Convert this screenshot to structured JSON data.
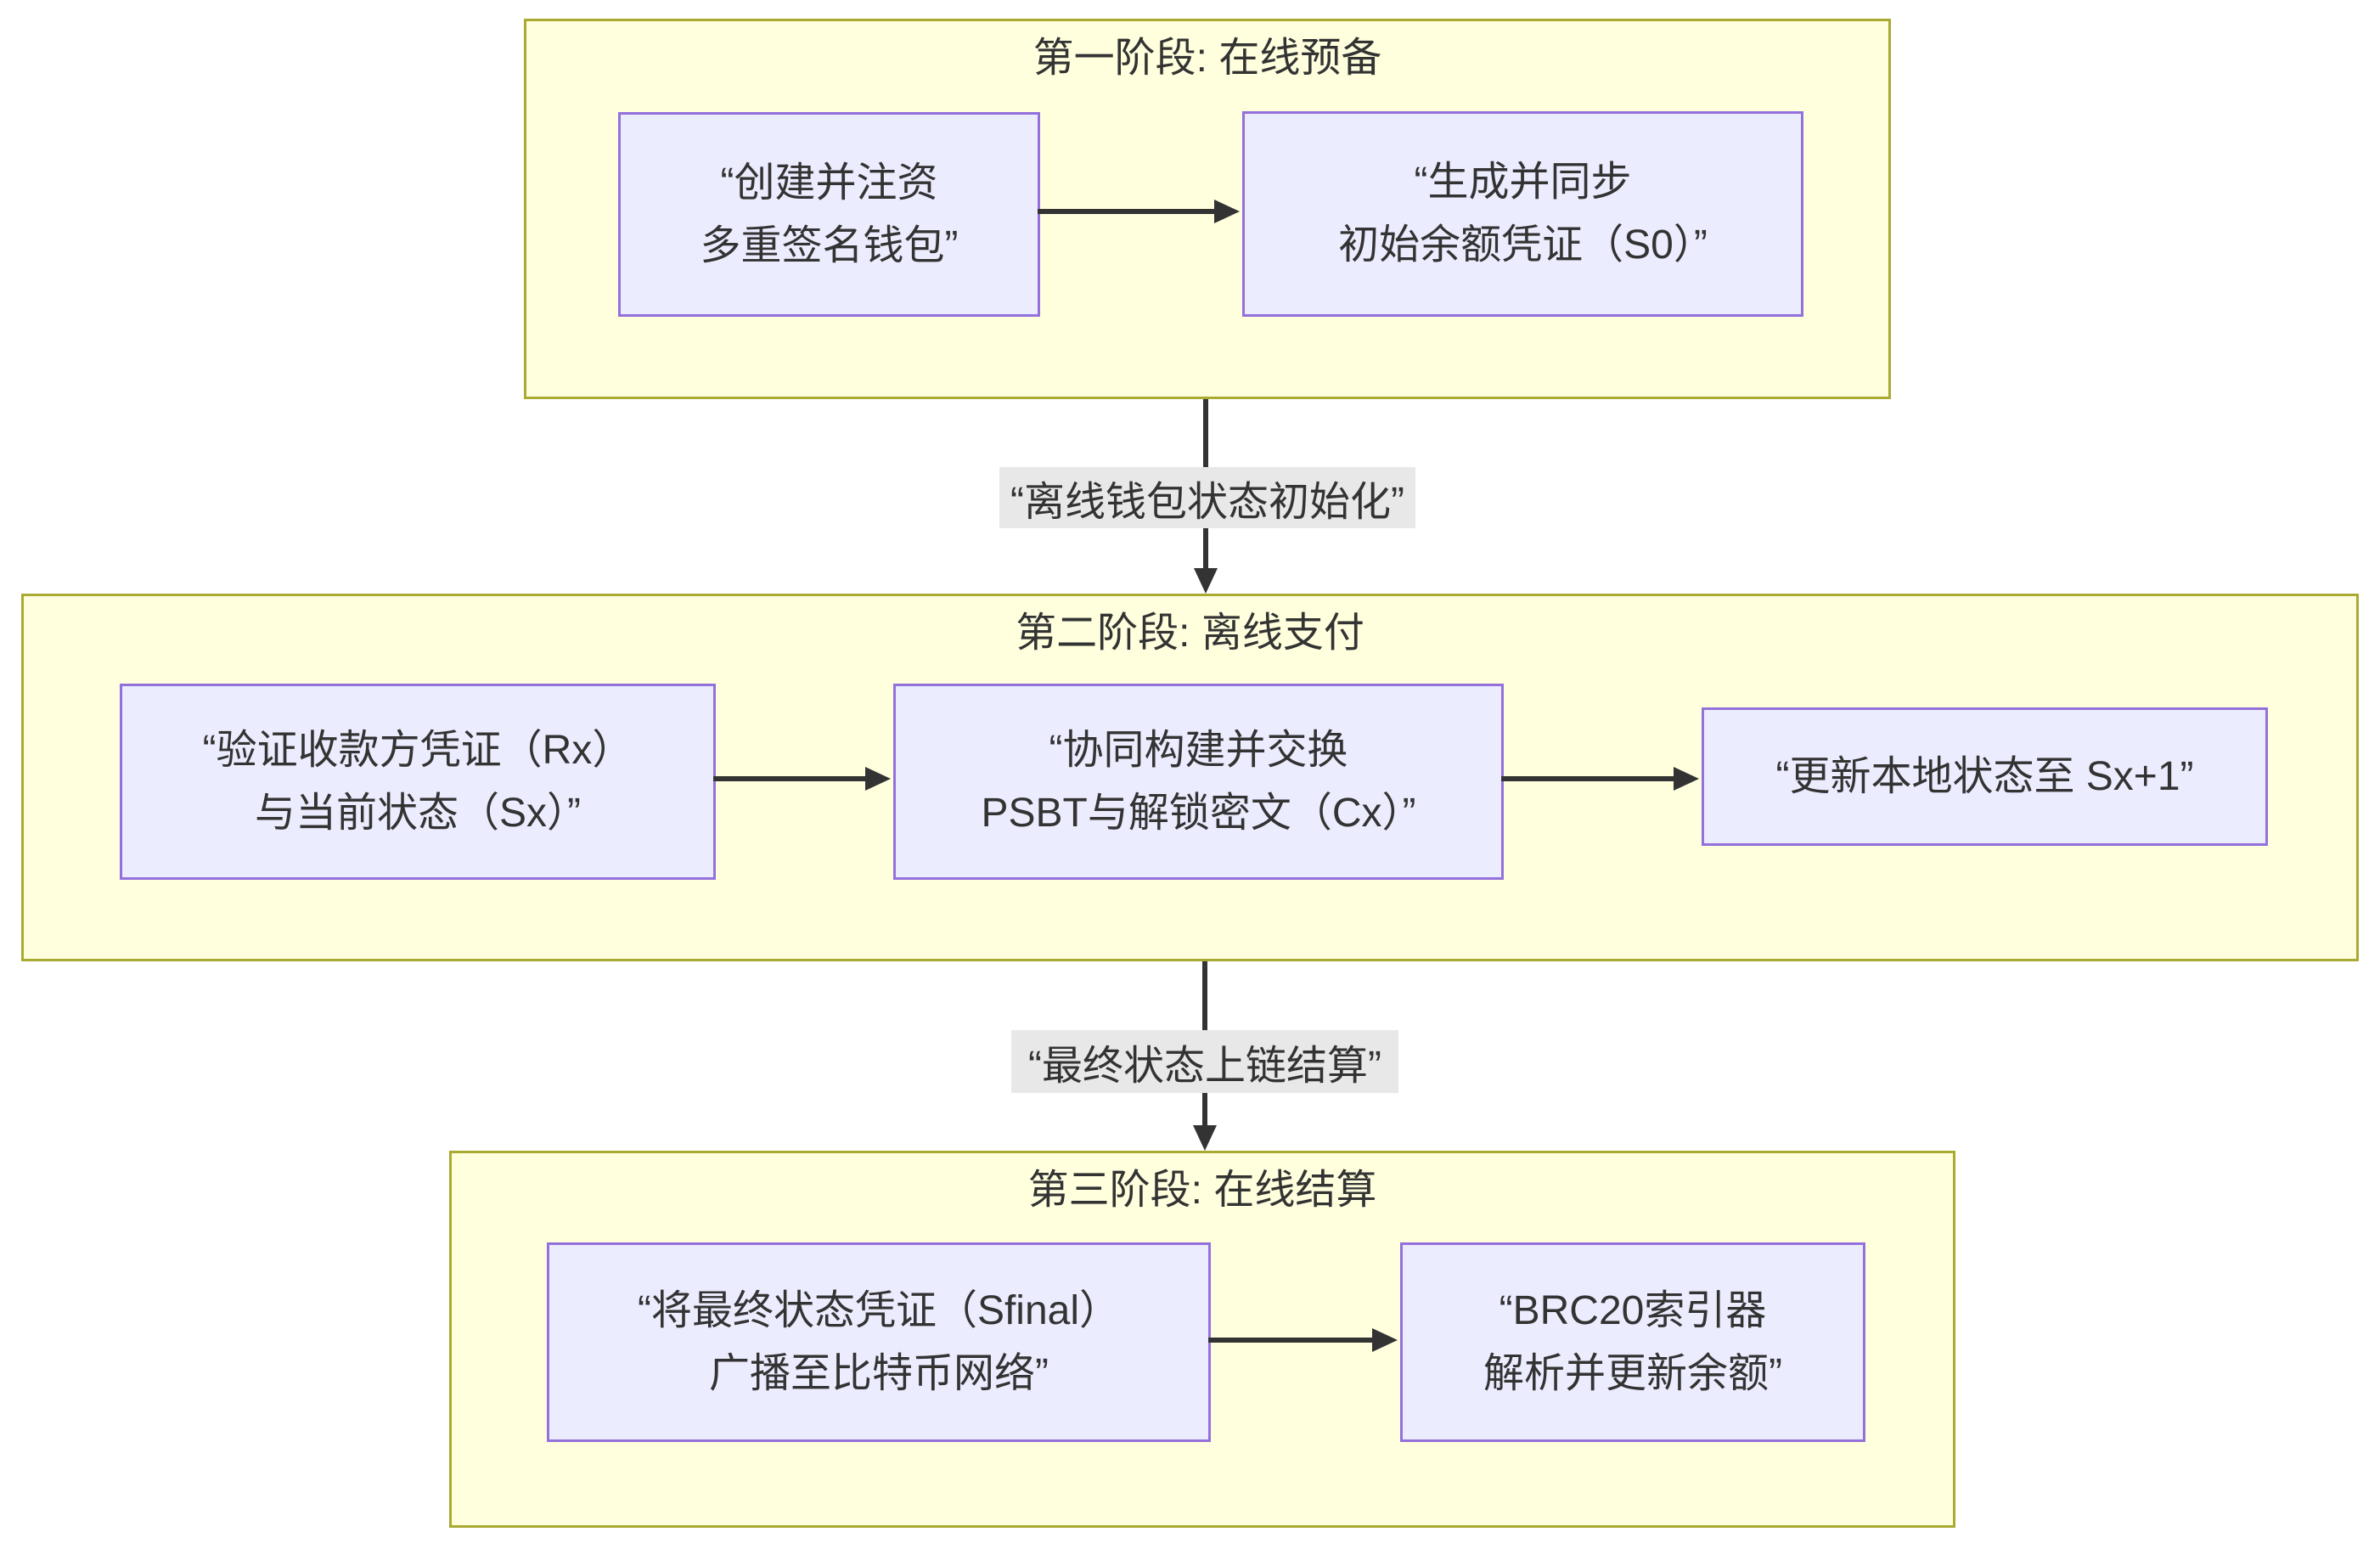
{
  "colors": {
    "cluster_fill": "#ffffde",
    "cluster_border": "#aaaa33",
    "node_fill": "#ececff",
    "node_border": "#9370db",
    "edge_color": "#333333",
    "edge_label_bg": "#e8e8e8",
    "text": "#333333"
  },
  "phase1": {
    "title": "第一阶段: 在线预备",
    "node_create_wallet": "“创建并注资\n多重签名钱包”",
    "node_generate_s0": "“生成并同步\n初始余额凭证（S0）”"
  },
  "phase2": {
    "title": "第二阶段: 离线支付",
    "node_verify_rx_sx": "“验证收款方凭证（Rx）\n与当前状态（Sx）”",
    "node_build_psbt": "“协同构建并交换\nPSBT与解锁密文（Cx）”",
    "node_update_state": "“更新本地状态至 Sx+1”"
  },
  "phase3": {
    "title": "第三阶段: 在线结算",
    "node_broadcast_sfinal": "“将最终状态凭证（Sfinal）\n广播至比特币网络”",
    "node_brc20_indexer": "“BRC20索引器\n解析并更新余额”"
  },
  "edges": {
    "label_init": "“离线钱包状态初始化”",
    "label_settle": "“最终状态上链结算”"
  }
}
